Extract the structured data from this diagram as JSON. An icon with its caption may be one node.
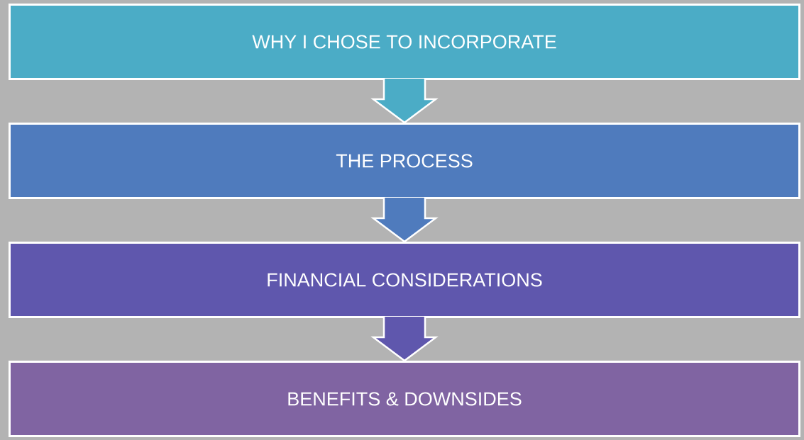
{
  "diagram": {
    "nodes": [
      {
        "text": [
          "WHY I CHOSE TO INCORPORATE"
        ]
      },
      {
        "text": [
          "THE PROCESS"
        ]
      },
      {
        "text": [
          "FINANCIAL CONSIDERATIONS"
        ]
      },
      {
        "text": [
          "BENEFITS & DOWNSIDES"
        ]
      }
    ],
    "edges": [
      {
        "from": 0,
        "to": 1,
        "arrow": "to",
        "color": "#4bacc6"
      },
      {
        "from": 1,
        "to": 2,
        "arrow": "to",
        "color": "#4f7bbd"
      },
      {
        "from": 2,
        "to": 3,
        "arrow": "to",
        "color": "#5f57ad"
      }
    ]
  }
}
